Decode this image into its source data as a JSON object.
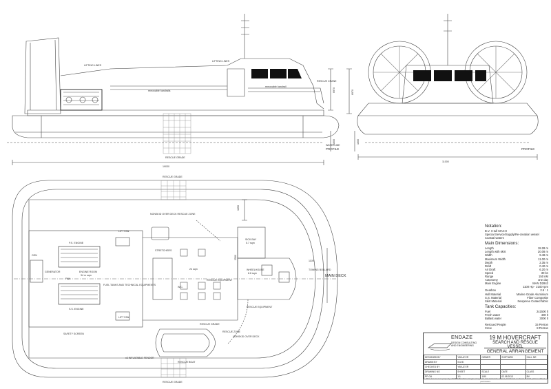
{
  "profile": {
    "lifting_lines_1": "LIFTING LINES",
    "lifting_lines_2": "LIFTING LINES",
    "removable_handrails": "removable handrails",
    "removable_handrail": "removable handrail",
    "rescue_crane": "RESCUE CRANE",
    "rescue_grade": "RESCUE GRADE",
    "profile_label": "PROFILE",
    "waterline": "WATERLINE",
    "dim_height": "6970",
    "dim_hull": "1600",
    "dim_length": "19030"
  },
  "front": {
    "profile_label": "PROFILE",
    "dim_width": "11000",
    "dim_height": "6970",
    "dim_hull": "1600"
  },
  "plan": {
    "rescue_grade_top": "RESCUE GRADE",
    "rescue_grade_bottom": "RESCUE GRADE",
    "rescue_grade_mid": "RESCUE GRADE",
    "nonskid_top": "NONSKID OVER DECK RESCUE ZONE",
    "nonskid_bottom": "NONSKID OVER DECK",
    "rescue_zone": "RESCUE ZONE",
    "lift_fan_1": "LIFT FAN",
    "lift_fan_2": "LIFT FAN",
    "ps_engine": "P.S. ENGINE",
    "ss_engine": "S.S. ENGINE",
    "engine_room": "ENGINE ROOM",
    "engine_room_area": "34 m sqm",
    "generator": "GENERATOR",
    "fan": "FAN",
    "fuel_tanks": "FUEL TANKS AND TECHNICAL EQUIPMENTS",
    "stretchers": "STRETCHERS",
    "dim_24": "24 sqm",
    "sick_bay": "SICK BAY",
    "sick_bay_area": "5.7 sqm",
    "wheelhouse": "WHEELHOUSE",
    "wheelhouse_area": "8.6 sqm",
    "rescue_equipment_1": "RESCUE EQUIPMENT",
    "rescue_equipment_2": "RESCUE EQUIPMENT",
    "rescue_boat": "RESCUE BOAT",
    "towing_bollard": "TOWING BOLLARD",
    "main_deck": "MAIN DECK",
    "safety_screen": "SAFETY SCREEN",
    "inflatable_fender": "x3 INFLATABLE FENDER",
    "gen": "GEN",
    "wc": "W.C.",
    "dim_1650": "1650",
    "dim_2500": "2500",
    "dim_1100": "1100"
  },
  "notation": {
    "heading": "Notation:",
    "lines": [
      "B.V. I Hull MACH",
      "Special Service/Supply/Re-creation vessel",
      "Coastal waters"
    ],
    "dims_heading": "Main Dimensions:",
    "dims": [
      [
        "Length",
        "18.28 m"
      ],
      [
        "Length with skirt",
        "20.08 m"
      ],
      [
        "Width",
        "9.48 m"
      ],
      [
        "Maximum Width",
        "11.00 m"
      ],
      [
        "Depth",
        "2.35 m"
      ],
      [
        "Draft",
        "0.40 m"
      ],
      [
        "Air Draft",
        "6.20 m"
      ],
      [
        "Speed",
        "30 kn"
      ],
      [
        "Range",
        "150 nM"
      ],
      [
        "Autonomy",
        "one day"
      ],
      [
        "Main Engine",
        "MAN D2842"
      ],
      [
        "",
        "1100 Hp - 2100 rpm"
      ],
      [
        "Gearbox",
        "2.5 : 1"
      ],
      [
        "",
        ""
      ],
      [
        "Hull Material",
        "Marine Grade Aluminium"
      ],
      [
        "S.S. Material",
        "Fiber Composite"
      ],
      [
        "Skirt Material",
        "Neoprene Coated fabric"
      ]
    ],
    "tanks_heading": "Tank Capacities:",
    "tanks": [
      [
        "Fuel",
        "2x1500 lt"
      ],
      [
        "Fresh water",
        "400 lt"
      ],
      [
        "Ballast water",
        "3000 lt"
      ]
    ],
    "persons": [
      [
        "Rescued People",
        "15 Person"
      ],
      [
        "Crew",
        "8 Person"
      ]
    ]
  },
  "titleblock": {
    "brand": "ENDAZE",
    "brand_sub": "DESIGN CONSULTING AND ENGINEERING",
    "title1": "19 M  HOVERCRAFT",
    "title2": "SEARCH AND RESCUE VESSEL",
    "title3": "GENERAL ARRANGEMENT",
    "rows": [
      [
        "DESIGNED BY",
        "YAVUZ ER",
        "OWNER",
        "SHIPYARD",
        "HULL NR"
      ],
      [
        "DRAWN BY",
        "S.M.E.",
        "",
        "",
        ""
      ],
      [
        "CHECKED BY",
        "YAVUZ ER",
        "",
        "",
        ""
      ],
      [
        "DRAWING NO",
        "SHEET",
        "SCALE",
        "DATE",
        "CLASS"
      ],
      [
        "PP-GA",
        "1/1",
        "1/80",
        "02.08.2013",
        "BV"
      ]
    ],
    "footer": "This document is property of ENDAZE Marine Engineering. Ltd. and cannot be copied, distributed or shown to third parties without permission."
  }
}
